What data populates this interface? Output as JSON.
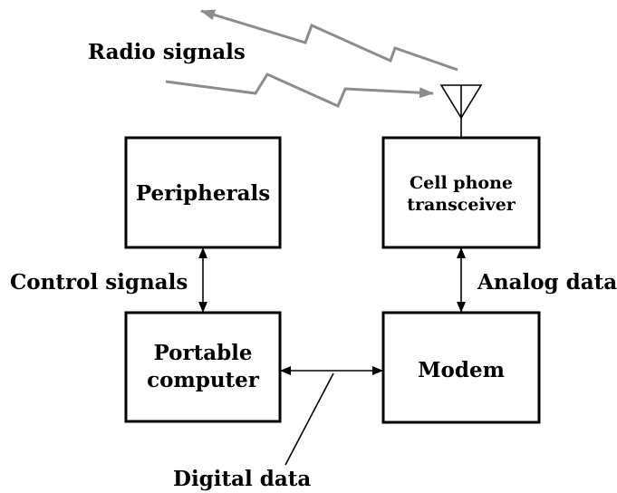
{
  "colors": {
    "ink": "#000000",
    "radio": "#8c8c8c",
    "background": "#ffffff"
  },
  "labels": {
    "radio_signals": "Radio signals",
    "control_signals": "Control signals",
    "analog_data": "Analog data",
    "digital_data": "Digital data"
  },
  "blocks": {
    "peripherals": "Peripherals",
    "transceiver_line1": "Cell phone",
    "transceiver_line2": "transceiver",
    "computer_line1": "Portable",
    "computer_line2": "computer",
    "modem": "Modem"
  },
  "icons": {
    "antenna": "antenna-icon"
  }
}
